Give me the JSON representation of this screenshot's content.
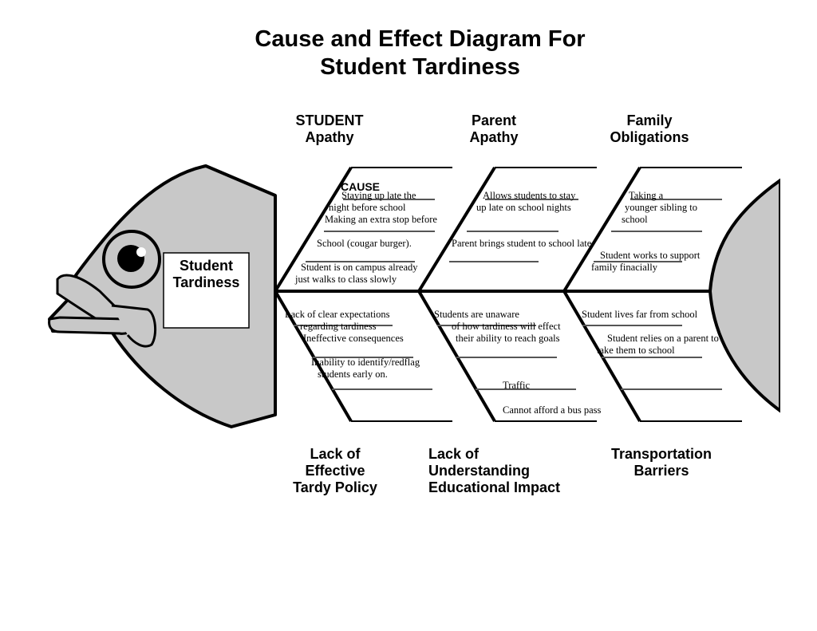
{
  "title_line1": "Cause and Effect Diagram For",
  "title_line2": "Student Tardiness",
  "effect_line1": "Student",
  "effect_line2": "Tardiness",
  "cause_label": "CAUSE",
  "categories": {
    "student_apathy": [
      "STUDENT",
      "Apathy"
    ],
    "parent_apathy": [
      "Parent",
      "Apathy"
    ],
    "family_obligations": [
      "Family",
      "Obligations"
    ],
    "tardy_policy": [
      "Lack of",
      "Effective",
      "Tardy Policy"
    ],
    "educational_impact": [
      "Lack of",
      "Understanding",
      "Educational Impact"
    ],
    "transportation": [
      "Transportation",
      "Barriers"
    ]
  },
  "causes": {
    "student_apathy": [
      "Staying up late the",
      "night before school",
      "Making an extra stop before",
      "School (cougar burger).",
      "Student is on campus already",
      "just walks to class slowly"
    ],
    "parent_apathy": [
      "Allows students to stay",
      "up late on school nights",
      "Parent brings student to school late"
    ],
    "family_obligations": [
      "Taking a",
      "younger sibling to",
      "school",
      "Student works to support",
      "family finacially"
    ],
    "tardy_policy": [
      "Lack of clear expectations",
      "regarding tardiness",
      "Ineffective consequences",
      "Inability to identify/redflag",
      "students early on."
    ],
    "educational_impact": [
      "Students are unaware",
      "of how tardiness will effect",
      "their ability to reach goals",
      "Traffic",
      "Cannot afford a bus pass"
    ],
    "transportation": [
      "Student lives far from school",
      "Student relies on a parent to",
      "take them to school"
    ]
  },
  "colors": {
    "fish_fill": "#c8c8c8",
    "outline": "#000000",
    "background": "#ffffff"
  }
}
